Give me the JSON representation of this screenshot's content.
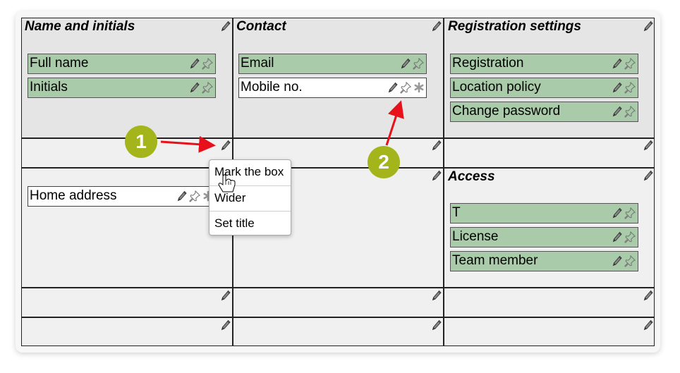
{
  "boxes": {
    "name_initials": {
      "title": "Name and initials",
      "fields": [
        "Full name",
        "Initials"
      ]
    },
    "contact": {
      "title": "Contact",
      "fields": [
        "Email",
        "Mobile no."
      ]
    },
    "registration_settings": {
      "title": "Registration settings",
      "fields": [
        "Registration",
        "Location policy",
        "Change password"
      ]
    },
    "home": {
      "fields": [
        "Home address"
      ]
    },
    "access": {
      "title": "Access",
      "fields": [
        "T",
        "License",
        "Team member"
      ]
    }
  },
  "context_menu": {
    "items": [
      "Mark the box",
      "Wider",
      "Set title"
    ]
  },
  "callouts": [
    "1",
    "2"
  ],
  "colors": {
    "field_green": "#a9cba9",
    "field_white": "#ffffff",
    "badge": "#a3b51b",
    "arrow": "#e8101a"
  },
  "icons": [
    "pencil-icon",
    "pin-icon",
    "asterisk-icon",
    "hand-cursor-icon"
  ]
}
